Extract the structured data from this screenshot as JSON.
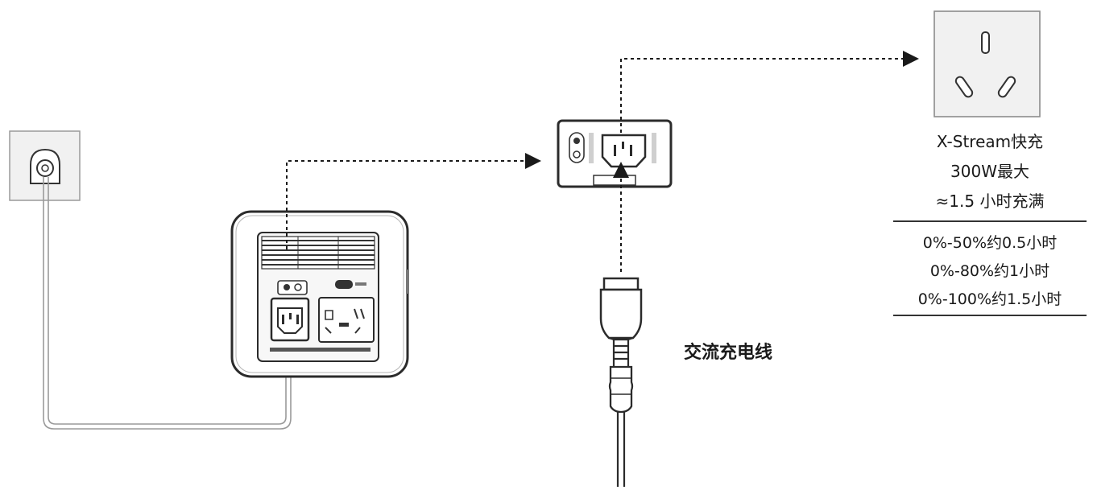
{
  "labels": {
    "cable_name": "交流充电线",
    "spec_line1": "X-Stream快充",
    "spec_line2": "300W最大",
    "spec_line3": "≈1.5 小时充满"
  },
  "charge_times": [
    {
      "text": "0%-50%约0.5小时"
    },
    {
      "text": "0%-80%约1小时"
    },
    {
      "text": "0%-100%约1.5小时"
    }
  ],
  "colors": {
    "line": "#2b2b2b",
    "device_fill": "#f4f4f4",
    "wall_fill": "#efefef"
  },
  "icons": [
    "wall-socket-left-icon",
    "power-station-icon",
    "ac-input-port-icon",
    "wall-outlet-right-icon",
    "ac-cable-plug-icon"
  ]
}
